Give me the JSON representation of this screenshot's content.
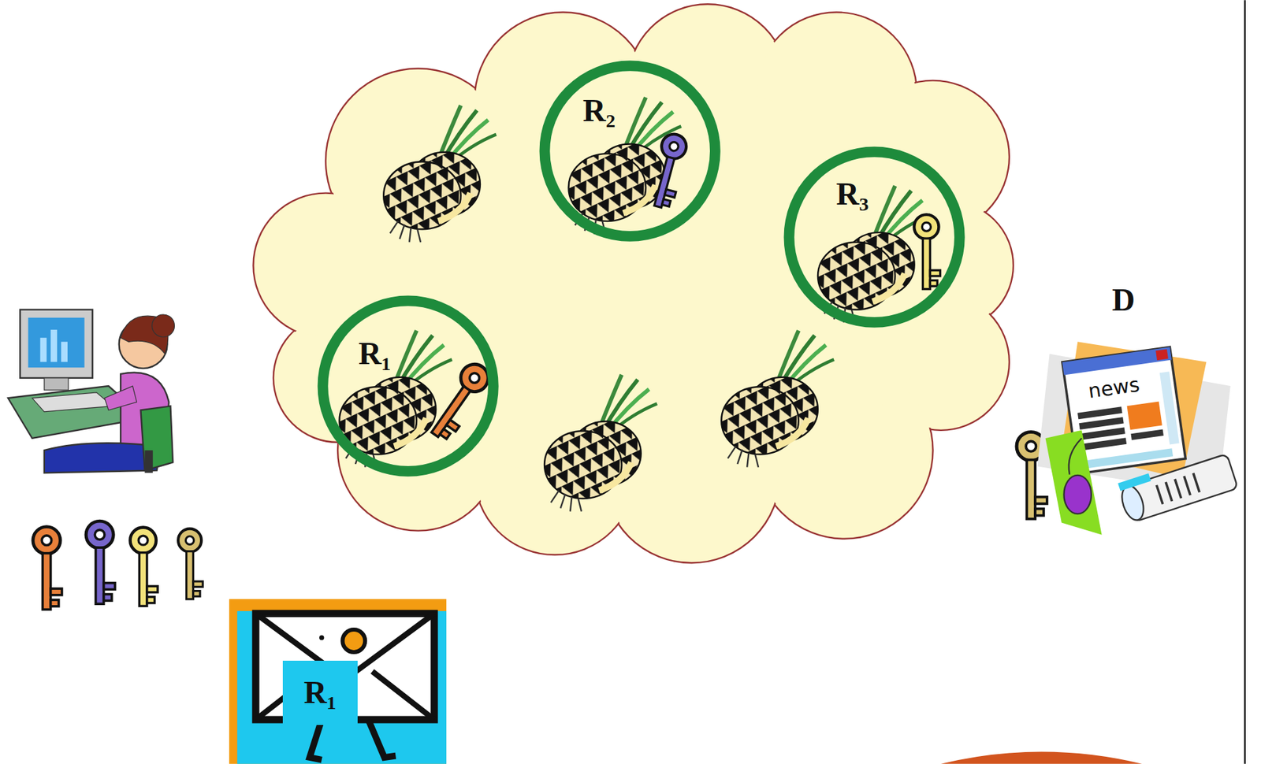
{
  "diagram": {
    "nodes": [
      {
        "text": [
          "R₂"
        ]
      },
      {
        "text": [
          "R₃"
        ]
      },
      {
        "text": [
          "R₁"
        ]
      },
      {
        "text": [
          "R₁"
        ]
      }
    ],
    "labels": [
      "D",
      "news"
    ]
  }
}
